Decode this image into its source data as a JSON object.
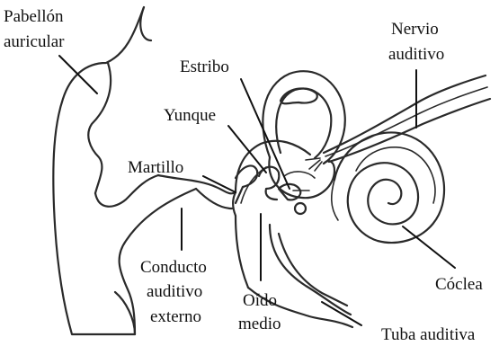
{
  "labels": {
    "pabellon_line1": "Pabellón",
    "pabellon_line2": "auricular",
    "nervio_line1": "Nervio",
    "nervio_line2": "auditivo",
    "estribo": "Estribo",
    "yunque": "Yunque",
    "martillo": "Martillo",
    "conducto_line1": "Conducto",
    "conducto_line2": "auditivo",
    "conducto_line3": "externo",
    "oido_line1": "Oído",
    "oido_line2": "medio",
    "coclea": "Cóclea",
    "tuba": "Tuba auditiva"
  },
  "colors": {
    "ink": "#2a2a2a",
    "background": "#ffffff"
  }
}
